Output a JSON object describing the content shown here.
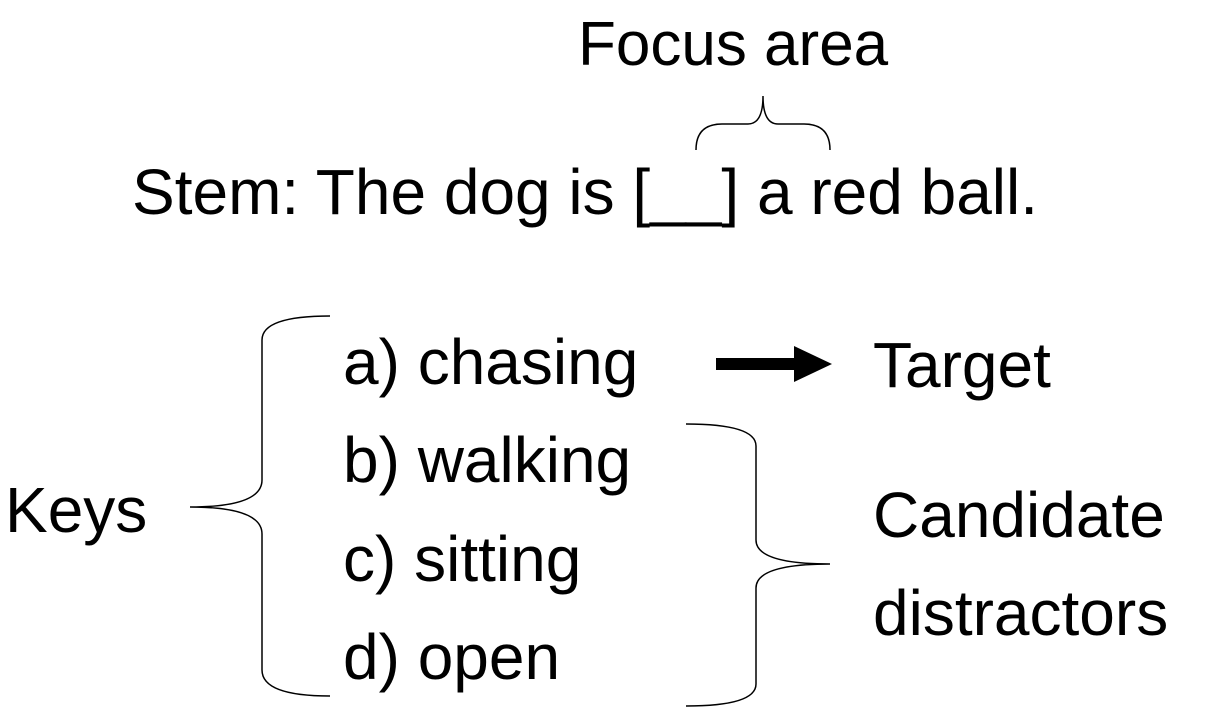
{
  "diagram": {
    "focus_label": "Focus area",
    "stem": "Stem: The dog is [__] a red ball.",
    "options": [
      "a) chasing",
      "b) walking",
      "c) sitting",
      "d) open"
    ],
    "keys_label": "Keys",
    "target_label": "Target",
    "candidate_label_line1": "Candidate",
    "candidate_label_line2": "distractors"
  }
}
